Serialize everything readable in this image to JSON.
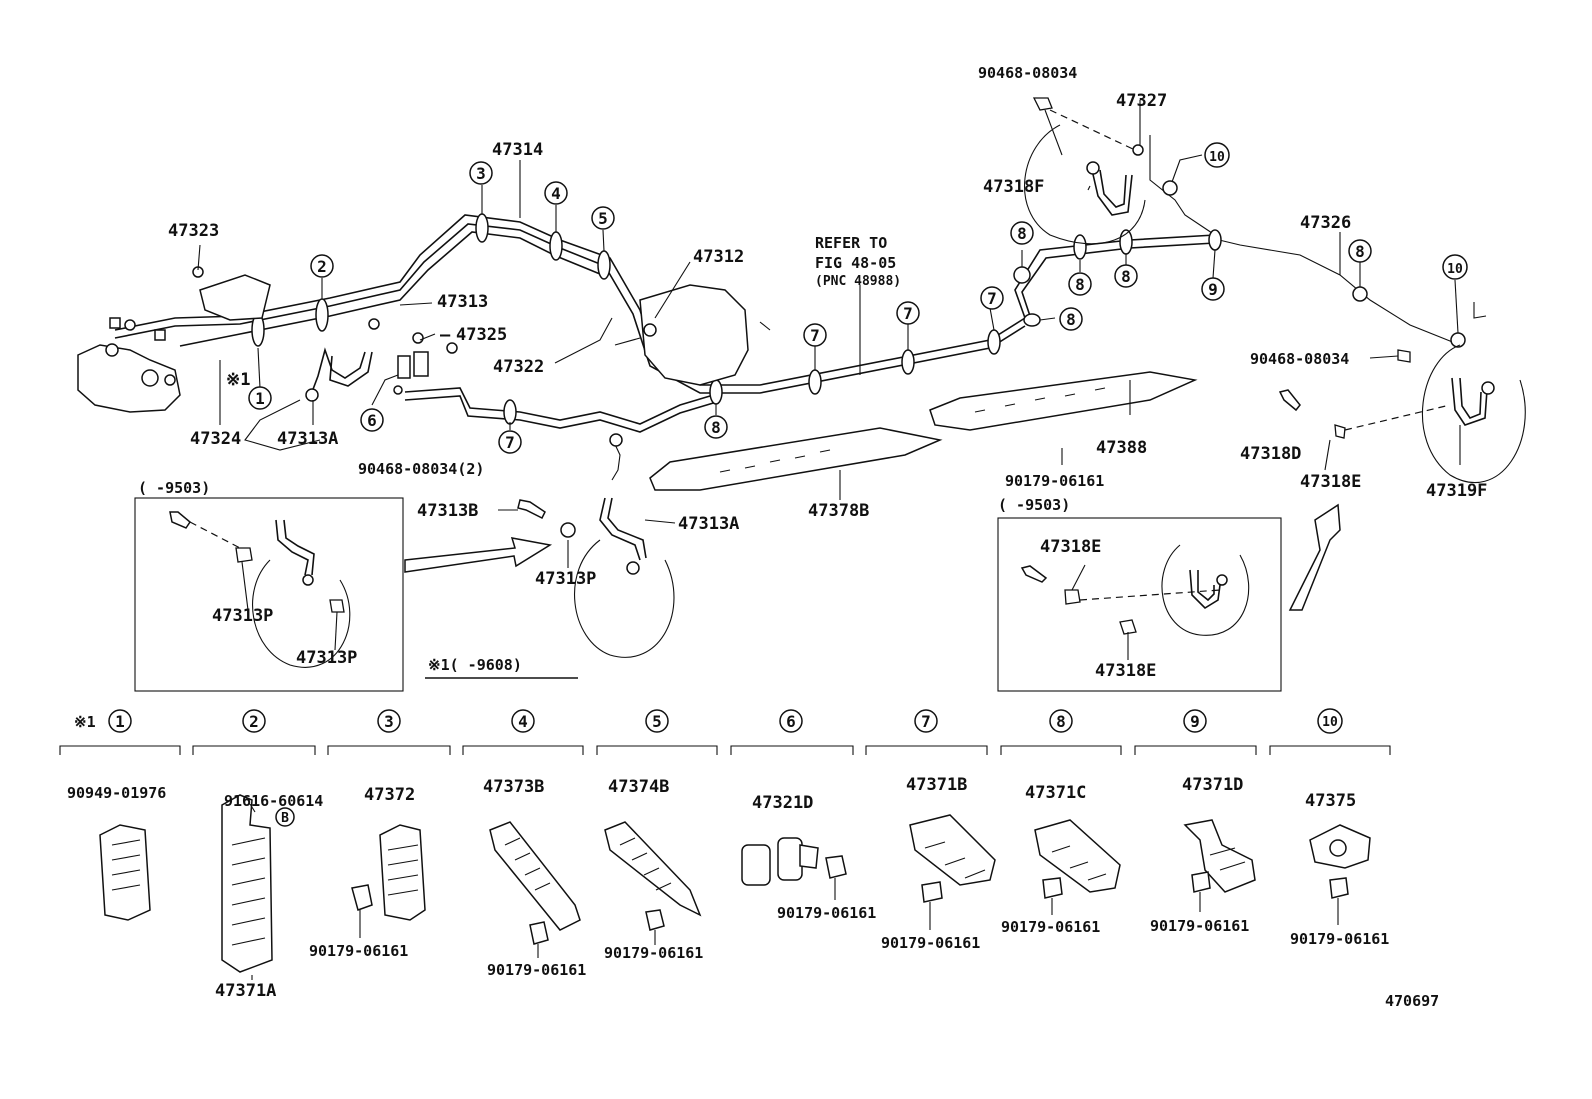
{
  "figure_number": "470697",
  "labels": {
    "l47323": "47323",
    "l47314": "47314",
    "l47312": "47312",
    "l47313": "47313",
    "l47325": "47325",
    "l47322": "47322",
    "l47324": "47324",
    "l47313A_top": "47313A",
    "l47313A_mid": "47313A",
    "l47313B": "47313B",
    "l47313P_mid": "47313P",
    "l47313P_box1": "47313P",
    "l47313P_box2": "47313P",
    "l90468_2": "90468-08034(2)",
    "l47378B": "47378B",
    "l47388": "47388",
    "l90179_mid": "90179-06161",
    "l90468_top": "90468-08034",
    "l47327": "47327",
    "l47318F": "47318F",
    "l47326": "47326",
    "l90468_right": "90468-08034",
    "l47318D": "47318D",
    "l47318E_right": "47318E",
    "l47319F": "47319F",
    "l47318E_box1": "47318E",
    "l47318E_box2": "47318E",
    "refer1": "REFER TO",
    "refer2": "FIG 48-05",
    "refer3": "(PNC 48988)",
    "mark1": "※1",
    "box_left_date": "(     -9503)",
    "box_right_date": "(     -9503)",
    "note_9608": "※1(     -9608)",
    "mark1_bottom": "※1"
  },
  "circled": {
    "c1": "1",
    "c2": "2",
    "c3": "3",
    "c4": "4",
    "c5": "5",
    "c6": "6",
    "c7a": "7",
    "c7b": "7",
    "c7c": "7",
    "c7d": "7",
    "c8a": "8",
    "c8b": "8",
    "c8c": "8",
    "c8d": "8",
    "c8e": "8",
    "c8f": "8",
    "c9": "9",
    "c10a": "10",
    "c10b": "10",
    "cB": "B"
  },
  "clamp_table": [
    {
      "num": "1",
      "part": "90949-01976",
      "extra": ""
    },
    {
      "num": "2",
      "part": "91616-60614",
      "extra": "47371A"
    },
    {
      "num": "3",
      "part": "47372",
      "extra": "90179-06161"
    },
    {
      "num": "4",
      "part": "47373B",
      "extra": "90179-06161"
    },
    {
      "num": "5",
      "part": "47374B",
      "extra": "90179-06161"
    },
    {
      "num": "6",
      "part": "47321D",
      "extra": "90179-06161"
    },
    {
      "num": "7",
      "part": "47371B",
      "extra": "90179-06161"
    },
    {
      "num": "8",
      "part": "47371C",
      "extra": "90179-06161"
    },
    {
      "num": "9",
      "part": "47371D",
      "extra": "90179-06161"
    },
    {
      "num": "10",
      "part": "47375",
      "extra": "90179-06161"
    }
  ]
}
